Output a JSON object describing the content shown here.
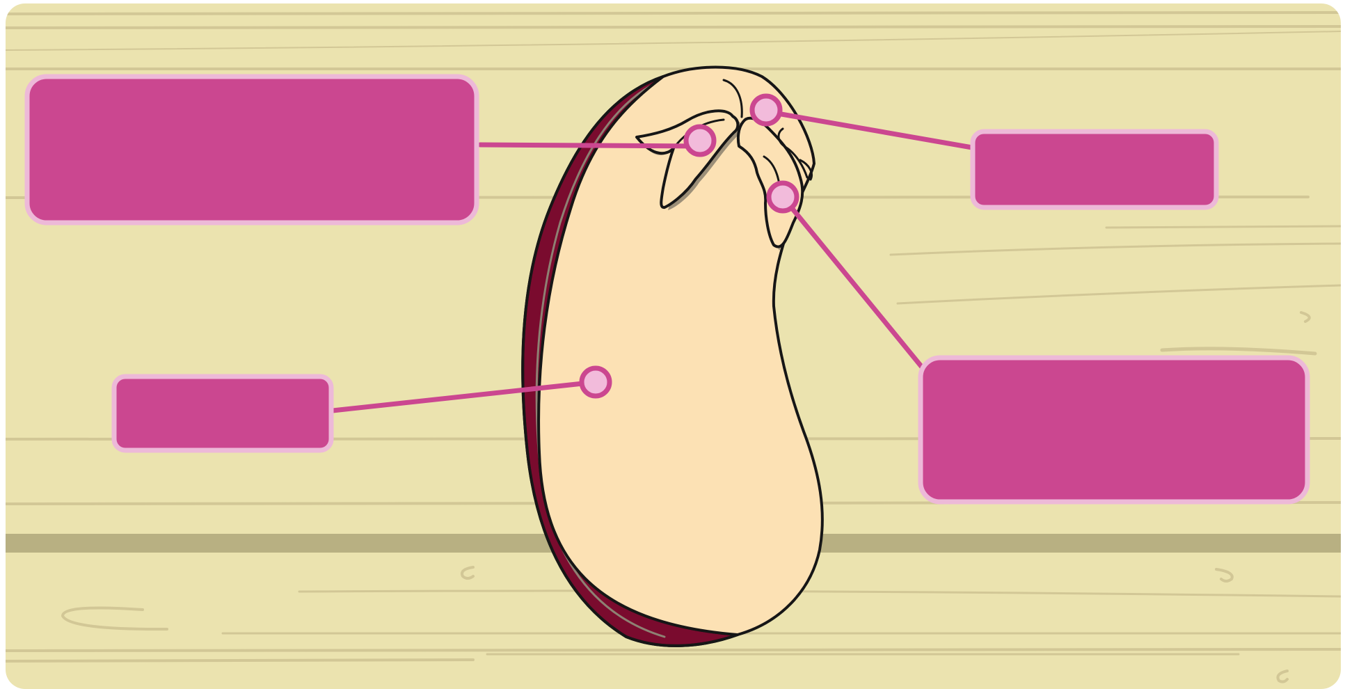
{
  "diagram": {
    "subject": "seed-cross-section",
    "colors": {
      "background": "#EBE3AF",
      "grain": "#D2C796",
      "floor_band": "#B8B082",
      "seed_body": "#FCE1B4",
      "seed_coat": "#7A0B2E",
      "outline": "#161616",
      "label_fill": "#CB4790",
      "label_border": "#EDB9D8",
      "pin_fill": "#F2BBDB",
      "connector": "#CB4790"
    },
    "labels": [
      {
        "id": "top-left",
        "text": ""
      },
      {
        "id": "top-right",
        "text": ""
      },
      {
        "id": "middle-left",
        "text": ""
      },
      {
        "id": "middle-right",
        "text": ""
      }
    ]
  }
}
